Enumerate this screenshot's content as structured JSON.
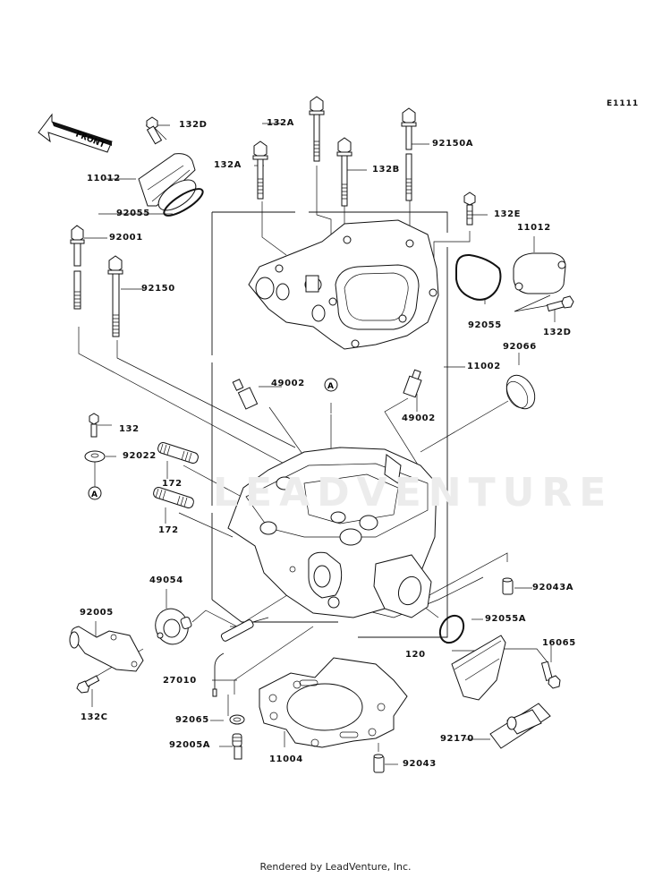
{
  "diagram": {
    "id": "E1111",
    "front_label": "FRONT",
    "watermark": "LEADVENTURE",
    "footer": "Rendered by LeadVenture, Inc.",
    "reference_marker": "A",
    "parts": [
      {
        "label": "132D",
        "name": "bolt-top-left-cover"
      },
      {
        "label": "11012",
        "name": "cover-left"
      },
      {
        "label": "92055",
        "name": "oring-left"
      },
      {
        "label": "92001",
        "name": "bolt-long-left"
      },
      {
        "label": "92150",
        "name": "bolt-left"
      },
      {
        "label": "132A",
        "name": "bolt-head-a1"
      },
      {
        "label": "132A",
        "name": "bolt-head-a2"
      },
      {
        "label": "132B",
        "name": "bolt-head-b"
      },
      {
        "label": "92150A",
        "name": "bolt-long-right"
      },
      {
        "label": "132E",
        "name": "bolt-e"
      },
      {
        "label": "11012",
        "name": "cover-right"
      },
      {
        "label": "92055",
        "name": "oring-right"
      },
      {
        "label": "132D",
        "name": "bolt-right-cover"
      },
      {
        "label": "92066",
        "name": "cap-seal"
      },
      {
        "label": "11002",
        "name": "cylinder-head-assembly"
      },
      {
        "label": "49002",
        "name": "lash-adjuster-left"
      },
      {
        "label": "49002",
        "name": "lash-adjuster-right"
      },
      {
        "label": "132",
        "name": "bolt-small"
      },
      {
        "label": "92022",
        "name": "washer"
      },
      {
        "label": "172",
        "name": "stud-upper"
      },
      {
        "label": "172",
        "name": "stud-lower"
      },
      {
        "label": "92043A",
        "name": "dowel-pin-a"
      },
      {
        "label": "49054",
        "name": "thermostat"
      },
      {
        "label": "92005",
        "name": "water-fitting"
      },
      {
        "label": "92055A",
        "name": "oring-intake"
      },
      {
        "label": "16065",
        "name": "intake-holder"
      },
      {
        "label": "120",
        "name": "bolt-intake"
      },
      {
        "label": "27010",
        "name": "temperature-sensor"
      },
      {
        "label": "132C",
        "name": "bolt-fitting"
      },
      {
        "label": "92065",
        "name": "gasket-washer"
      },
      {
        "label": "92005A",
        "name": "nipple-fitting"
      },
      {
        "label": "11004",
        "name": "head-gasket"
      },
      {
        "label": "92043",
        "name": "dowel-pin"
      },
      {
        "label": "92170",
        "name": "clamp"
      }
    ]
  }
}
